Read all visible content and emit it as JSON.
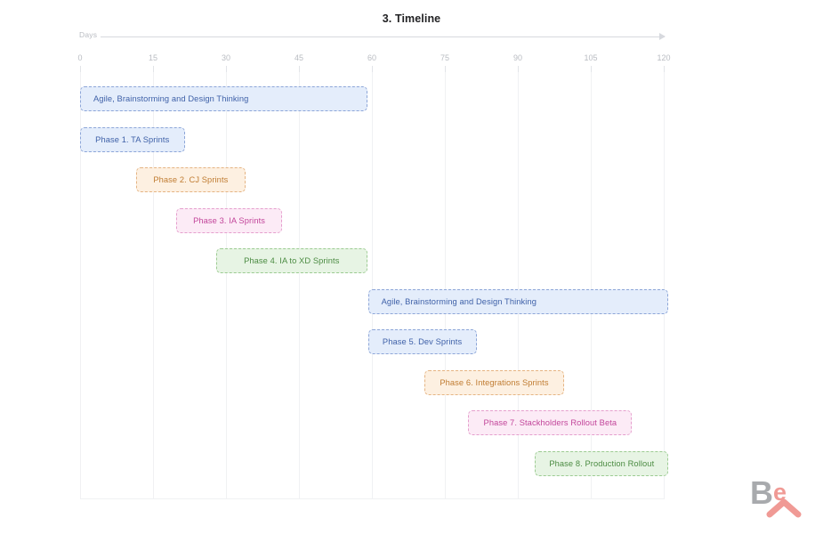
{
  "chart_data": {
    "type": "bar",
    "orientation": "horizontal",
    "subtype": "gantt",
    "title": "3. Timeline",
    "xlabel": "Days",
    "ylabel": "",
    "xlim": [
      0,
      120
    ],
    "grid": true,
    "legend": "none",
    "xticks": [
      0,
      15,
      30,
      45,
      60,
      75,
      90,
      105,
      120
    ],
    "tick_labels": [
      "0",
      "15",
      "30",
      "45",
      "60",
      "75",
      "90",
      "105",
      "120"
    ],
    "axis_arrow": true,
    "tasks": [
      {
        "label": "Agile, Brainstorming and Design Thinking",
        "start": 0,
        "end": 59,
        "duration": 59,
        "color_key": "blue",
        "align": "left"
      },
      {
        "label": "Phase 1.  TA Sprints",
        "start": 0,
        "end": 21.5,
        "duration": 21.5,
        "color_key": "blue",
        "align": "center"
      },
      {
        "label": "Phase 2.  CJ Sprints",
        "start": 11.5,
        "end": 34,
        "duration": 22.5,
        "color_key": "orange",
        "align": "center"
      },
      {
        "label": "Phase 3.  IA Sprints",
        "start": 19.8,
        "end": 41.5,
        "duration": 21.7,
        "color_key": "pink",
        "align": "center"
      },
      {
        "label": "Phase 4. IA to XD Sprints",
        "start": 28,
        "end": 59,
        "duration": 31,
        "color_key": "green",
        "align": "center"
      },
      {
        "label": "Agile, Brainstorming and Design Thinking",
        "start": 59.2,
        "end": 121,
        "duration": 61.8,
        "color_key": "blue",
        "align": "left"
      },
      {
        "label": "Phase 5. Dev Sprints",
        "start": 59.2,
        "end": 81.5,
        "duration": 22.3,
        "color_key": "blue",
        "align": "center"
      },
      {
        "label": "Phase 6.  Integrations Sprints",
        "start": 70.8,
        "end": 99.5,
        "duration": 28.7,
        "color_key": "orange",
        "align": "center"
      },
      {
        "label": "Phase 7. Stackholders Rollout Beta",
        "start": 79.8,
        "end": 113.5,
        "duration": 33.7,
        "color_key": "pink",
        "align": "center"
      },
      {
        "label": "Phase 8. Production Rollout",
        "start": 93.5,
        "end": 121,
        "duration": 27.5,
        "color_key": "green",
        "align": "center"
      }
    ],
    "colors": {
      "blue": {
        "fill": "#e4edfb",
        "border": "#8da6d8",
        "text": "#3f61a8"
      },
      "orange": {
        "fill": "#fdf0e1",
        "border": "#e5b483",
        "text": "#c07c32"
      },
      "pink": {
        "fill": "#fcebf6",
        "border": "#e59fcd",
        "text": "#c2459a"
      },
      "green": {
        "fill": "#e7f4e4",
        "border": "#9ccb92",
        "text": "#4b8b42"
      },
      "axis": "#b9bcc2",
      "grid": "#f0f1f3",
      "title": "#222224",
      "background": "#ffffff"
    }
  },
  "watermark": {
    "name": "behance-logo",
    "letters": "Be",
    "mark_color": "#f09a95",
    "text_color": "#a8aaad"
  }
}
